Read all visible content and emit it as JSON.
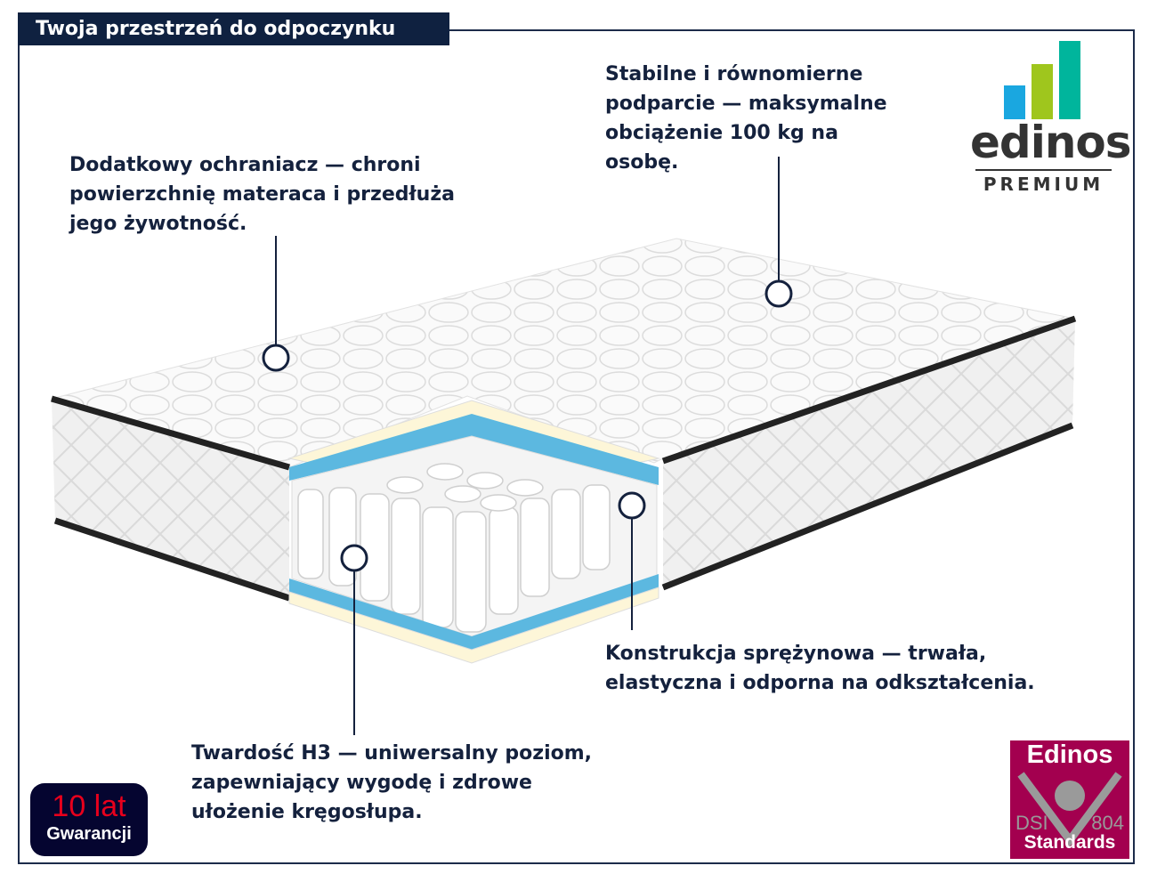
{
  "header": {
    "title": "Twoja przestrzeń do odpoczynku"
  },
  "callouts": [
    {
      "lines": [
        "Dodatkowy ochraniacz — chroni",
        "powierzchnię materaca i przedłuża",
        "jego żywotność."
      ]
    },
    {
      "lines": [
        "Stabilne i równomierne",
        "podparcie — maksymalne",
        "obciążenie 100 kg na",
        "osobę."
      ]
    },
    {
      "lines": [
        "Konstrukcja sprężynowa — trwała,",
        "elastyczna i odporna na odkształcenia."
      ]
    },
    {
      "lines": [
        "Twardość H3 — uniwersalny poziom,",
        "zapewniający wygodę i zdrowe",
        "ułożenie kręgosłupa."
      ]
    }
  ],
  "logo": {
    "word": "edinos",
    "sub": "PREMIUM",
    "bar_colors": [
      "#1aa7e0",
      "#9fc61d",
      "#00b59c"
    ]
  },
  "warranty": {
    "years": "10 lat",
    "label": "Gwarancji"
  },
  "standards": {
    "top": "Edinos",
    "left": "DSI",
    "right": "804",
    "bottom": "Standards"
  },
  "colors": {
    "navy": "#0f2140",
    "badge": "#a3004f",
    "warranty_red": "#e8001c"
  }
}
